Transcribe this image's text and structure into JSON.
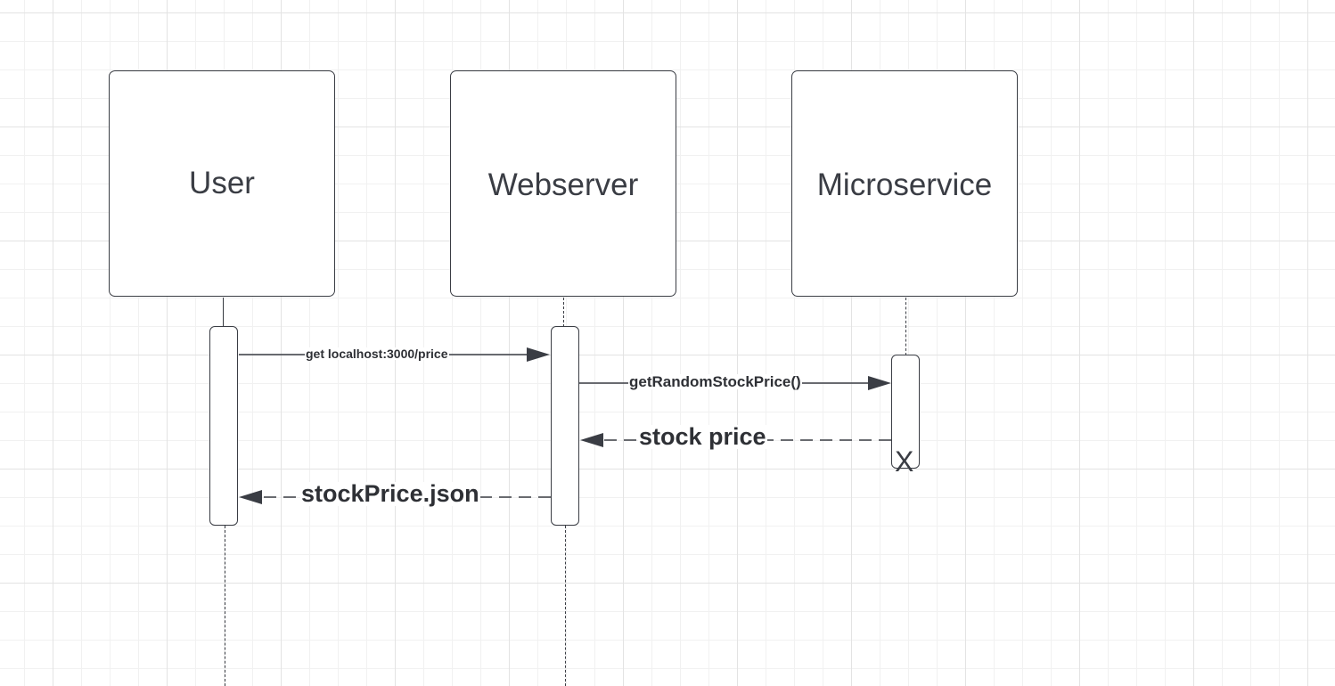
{
  "diagram": {
    "type": "sequence",
    "participants": [
      {
        "id": "user",
        "label": "User"
      },
      {
        "id": "webserver",
        "label": "Webserver"
      },
      {
        "id": "microservice",
        "label": "Microservice"
      }
    ],
    "messages": [
      {
        "from": "user",
        "to": "webserver",
        "label": "get localhost:3000/price",
        "style": "solid"
      },
      {
        "from": "webserver",
        "to": "microservice",
        "label": "getRandomStockPrice()",
        "style": "solid"
      },
      {
        "from": "microservice",
        "to": "webserver",
        "label": "stock price",
        "style": "dashed"
      },
      {
        "from": "webserver",
        "to": "user",
        "label": "stockPrice.json",
        "style": "dashed"
      }
    ],
    "destroy_marker": "X"
  },
  "colors": {
    "stroke": "#3a3d44",
    "text": "#2e3035",
    "grid": "#e3e3e3",
    "background": "#ffffff"
  }
}
